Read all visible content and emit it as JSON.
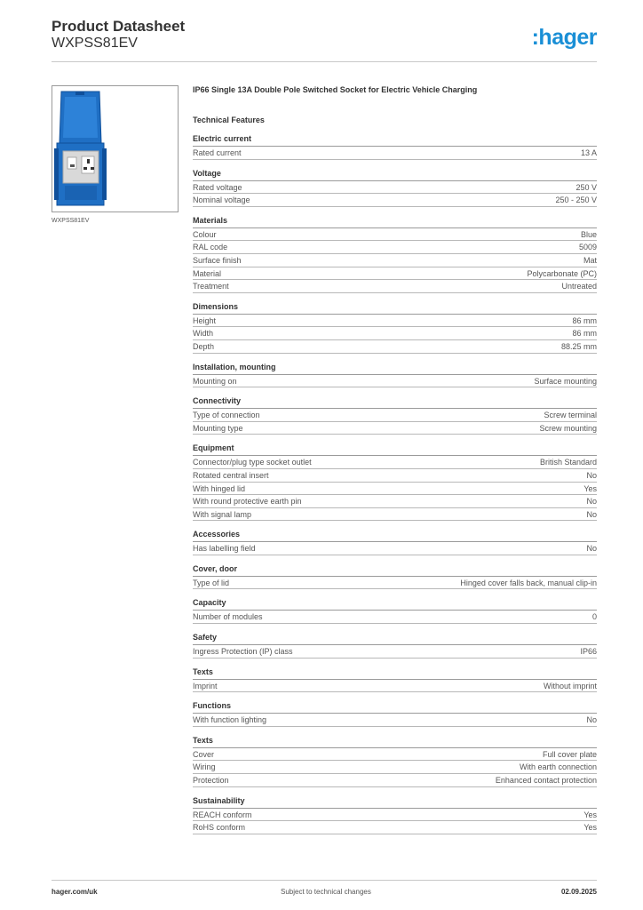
{
  "header": {
    "title": "Product Datasheet",
    "subtitle": "WXPSS81EV",
    "logo": ":hager"
  },
  "image": {
    "caption": "WXPSS81EV",
    "colors": {
      "body": "#1f6fc4",
      "body_dark": "#0f4f9a",
      "plate": "#d9d9d9"
    }
  },
  "product": {
    "description": "IP66 Single 13A Double Pole Switched Socket for Electric Vehicle Charging",
    "tech_heading": "Technical Features"
  },
  "sections": [
    {
      "title": "Electric current",
      "rows": [
        [
          "Rated current",
          "13 A"
        ]
      ]
    },
    {
      "title": "Voltage",
      "rows": [
        [
          "Rated voltage",
          "250 V"
        ],
        [
          "Nominal voltage",
          "250 - 250 V"
        ]
      ]
    },
    {
      "title": "Materials",
      "rows": [
        [
          "Colour",
          "Blue"
        ],
        [
          "RAL code",
          "5009"
        ],
        [
          "Surface finish",
          "Mat"
        ],
        [
          "Material",
          "Polycarbonate (PC)"
        ],
        [
          "Treatment",
          "Untreated"
        ]
      ]
    },
    {
      "title": "Dimensions",
      "rows": [
        [
          "Height",
          "86 mm"
        ],
        [
          "Width",
          "86 mm"
        ],
        [
          "Depth",
          "88.25 mm"
        ]
      ]
    },
    {
      "title": "Installation, mounting",
      "rows": [
        [
          "Mounting on",
          "Surface mounting"
        ]
      ]
    },
    {
      "title": "Connectivity",
      "rows": [
        [
          "Type of connection",
          "Screw terminal"
        ],
        [
          "Mounting type",
          "Screw mounting"
        ]
      ]
    },
    {
      "title": "Equipment",
      "rows": [
        [
          "Connector/plug type socket outlet",
          "British Standard"
        ],
        [
          "Rotated central insert",
          "No"
        ],
        [
          "With hinged lid",
          "Yes"
        ],
        [
          "With round protective earth pin",
          "No"
        ],
        [
          "With signal lamp",
          "No"
        ]
      ]
    },
    {
      "title": "Accessories",
      "rows": [
        [
          "Has labelling field",
          "No"
        ]
      ]
    },
    {
      "title": "Cover, door",
      "rows": [
        [
          "Type of lid",
          "Hinged cover falls back, manual clip-in"
        ]
      ]
    },
    {
      "title": "Capacity",
      "rows": [
        [
          "Number of modules",
          "0"
        ]
      ]
    },
    {
      "title": "Safety",
      "rows": [
        [
          "Ingress Protection (IP) class",
          "IP66"
        ]
      ]
    },
    {
      "title": "Texts",
      "rows": [
        [
          "Imprint",
          "Without imprint"
        ]
      ]
    },
    {
      "title": "Functions",
      "rows": [
        [
          "With function lighting",
          "No"
        ]
      ]
    },
    {
      "title": "Texts",
      "rows": [
        [
          "Cover",
          "Full cover plate"
        ],
        [
          "Wiring",
          "With earth connection"
        ],
        [
          "Protection",
          "Enhanced contact protection"
        ]
      ]
    },
    {
      "title": "Sustainability",
      "rows": [
        [
          "REACH conform",
          "Yes"
        ],
        [
          "RoHS conform",
          "Yes"
        ]
      ]
    }
  ],
  "footer": {
    "website": "hager.com/uk",
    "notice": "Subject to technical changes",
    "date": "02.09.2025"
  }
}
